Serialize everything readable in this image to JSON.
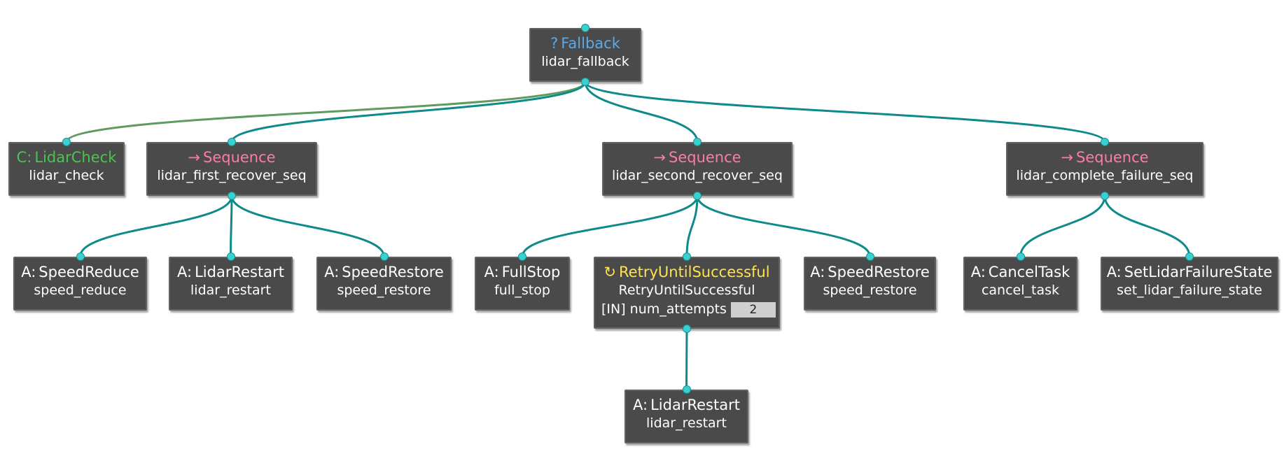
{
  "colors": {
    "edge": "#0f8a8a",
    "edge_condition": "#5f9a5f",
    "node_bg": "#4a4a4a",
    "port": "#3ad0d0"
  },
  "nodes": {
    "root": {
      "prefix": "?",
      "type_label": "Fallback",
      "kind": "fallback",
      "name": "lidar_fallback"
    },
    "check": {
      "prefix": "C:",
      "type_label": "LidarCheck",
      "kind": "condition",
      "name": "lidar_check"
    },
    "seq1": {
      "prefix": "→",
      "type_label": "Sequence",
      "kind": "sequence",
      "name": "lidar_first_recover_seq"
    },
    "seq2": {
      "prefix": "→",
      "type_label": "Sequence",
      "kind": "sequence",
      "name": "lidar_second_recover_seq"
    },
    "seq3": {
      "prefix": "→",
      "type_label": "Sequence",
      "kind": "sequence",
      "name": "lidar_complete_failure_seq"
    },
    "speed_reduce": {
      "prefix": "A:",
      "type_label": "SpeedReduce",
      "kind": "action",
      "name": "speed_reduce"
    },
    "lidar_restart_1": {
      "prefix": "A:",
      "type_label": "LidarRestart",
      "kind": "action",
      "name": "lidar_restart"
    },
    "speed_restore_1": {
      "prefix": "A:",
      "type_label": "SpeedRestore",
      "kind": "action",
      "name": "speed_restore"
    },
    "full_stop": {
      "prefix": "A:",
      "type_label": "FullStop",
      "kind": "action",
      "name": "full_stop"
    },
    "retry": {
      "prefix": "↻",
      "type_label": "RetryUntilSuccessful",
      "kind": "decorator",
      "name": "RetryUntilSuccessful",
      "port_label": "[IN] num_attempts",
      "port_value": "2"
    },
    "speed_restore_2": {
      "prefix": "A:",
      "type_label": "SpeedRestore",
      "kind": "action",
      "name": "speed_restore"
    },
    "cancel_task": {
      "prefix": "A:",
      "type_label": "CancelTask",
      "kind": "action",
      "name": "cancel_task"
    },
    "set_failure": {
      "prefix": "A:",
      "type_label": "SetLidarFailureState",
      "kind": "action",
      "name": "set_lidar_failure_state"
    },
    "lidar_restart_2": {
      "prefix": "A:",
      "type_label": "LidarRestart",
      "kind": "action",
      "name": "lidar_restart"
    }
  },
  "edges": [
    {
      "from": "root",
      "to": "check",
      "kind": "condition"
    },
    {
      "from": "root",
      "to": "seq1",
      "kind": "normal"
    },
    {
      "from": "root",
      "to": "seq2",
      "kind": "normal"
    },
    {
      "from": "root",
      "to": "seq3",
      "kind": "normal"
    },
    {
      "from": "seq1",
      "to": "speed_reduce",
      "kind": "normal"
    },
    {
      "from": "seq1",
      "to": "lidar_restart_1",
      "kind": "normal"
    },
    {
      "from": "seq1",
      "to": "speed_restore_1",
      "kind": "normal"
    },
    {
      "from": "seq2",
      "to": "full_stop",
      "kind": "normal"
    },
    {
      "from": "seq2",
      "to": "retry",
      "kind": "normal"
    },
    {
      "from": "seq2",
      "to": "speed_restore_2",
      "kind": "normal"
    },
    {
      "from": "seq3",
      "to": "cancel_task",
      "kind": "normal"
    },
    {
      "from": "seq3",
      "to": "set_failure",
      "kind": "normal"
    },
    {
      "from": "retry",
      "to": "lidar_restart_2",
      "kind": "normal"
    }
  ]
}
